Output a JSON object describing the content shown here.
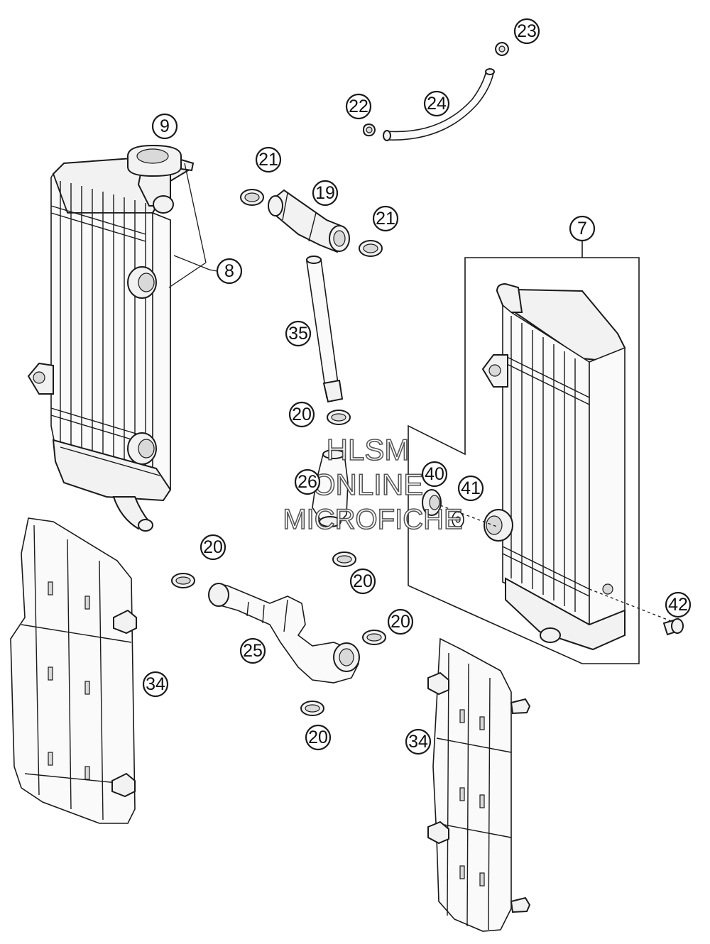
{
  "callouts": [
    {
      "id": "c9",
      "label": "9"
    },
    {
      "id": "c8",
      "label": "8"
    },
    {
      "id": "c21a",
      "label": "21"
    },
    {
      "id": "c19",
      "label": "19"
    },
    {
      "id": "c21b",
      "label": "21"
    },
    {
      "id": "c22",
      "label": "22"
    },
    {
      "id": "c23",
      "label": "23"
    },
    {
      "id": "c24",
      "label": "24"
    },
    {
      "id": "c35",
      "label": "35"
    },
    {
      "id": "c20a",
      "label": "20"
    },
    {
      "id": "c26",
      "label": "26"
    },
    {
      "id": "c20b",
      "label": "20"
    },
    {
      "id": "c20c",
      "label": "20"
    },
    {
      "id": "c20d",
      "label": "20"
    },
    {
      "id": "c25",
      "label": "25"
    },
    {
      "id": "c20e",
      "label": "20"
    },
    {
      "id": "c7",
      "label": "7"
    },
    {
      "id": "c40",
      "label": "40"
    },
    {
      "id": "c41",
      "label": "41"
    },
    {
      "id": "c42",
      "label": "42"
    },
    {
      "id": "c34a",
      "label": "34"
    },
    {
      "id": "c34b",
      "label": "34"
    }
  ],
  "watermark": {
    "line1": "HLSM",
    "line2": "ONLINE",
    "line3": "MICROFICHE"
  }
}
